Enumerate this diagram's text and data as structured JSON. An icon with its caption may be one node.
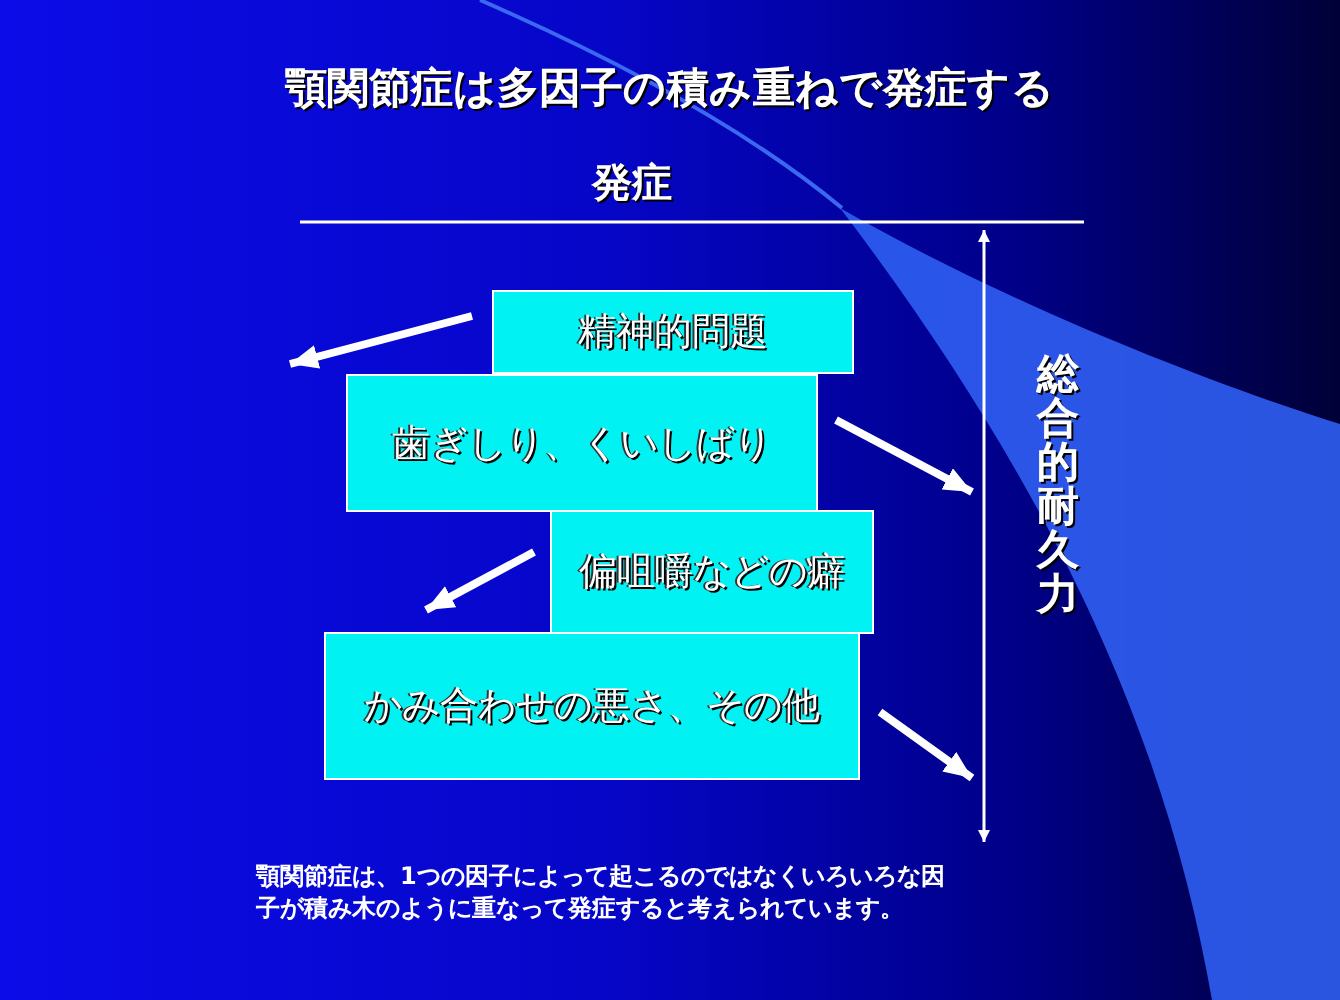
{
  "diagram": {
    "title": "顎関節症は多因子の積み重ねで発症する",
    "nodes": [
      {
        "text": [
          "精神的問題"
        ]
      },
      {
        "text": [
          "歯ぎしり、くいしばり"
        ]
      },
      {
        "text": [
          "偏咀嚼などの癖"
        ]
      },
      {
        "text": [
          "かみ合わせの悪さ、その他"
        ]
      }
    ],
    "labels": [
      "発症",
      "総合的耐久力"
    ],
    "caption": "顎関節症は、1つの因子によって起こるのではなくいろいろな因子が積み木のように重なって発症すると考えられています。"
  }
}
